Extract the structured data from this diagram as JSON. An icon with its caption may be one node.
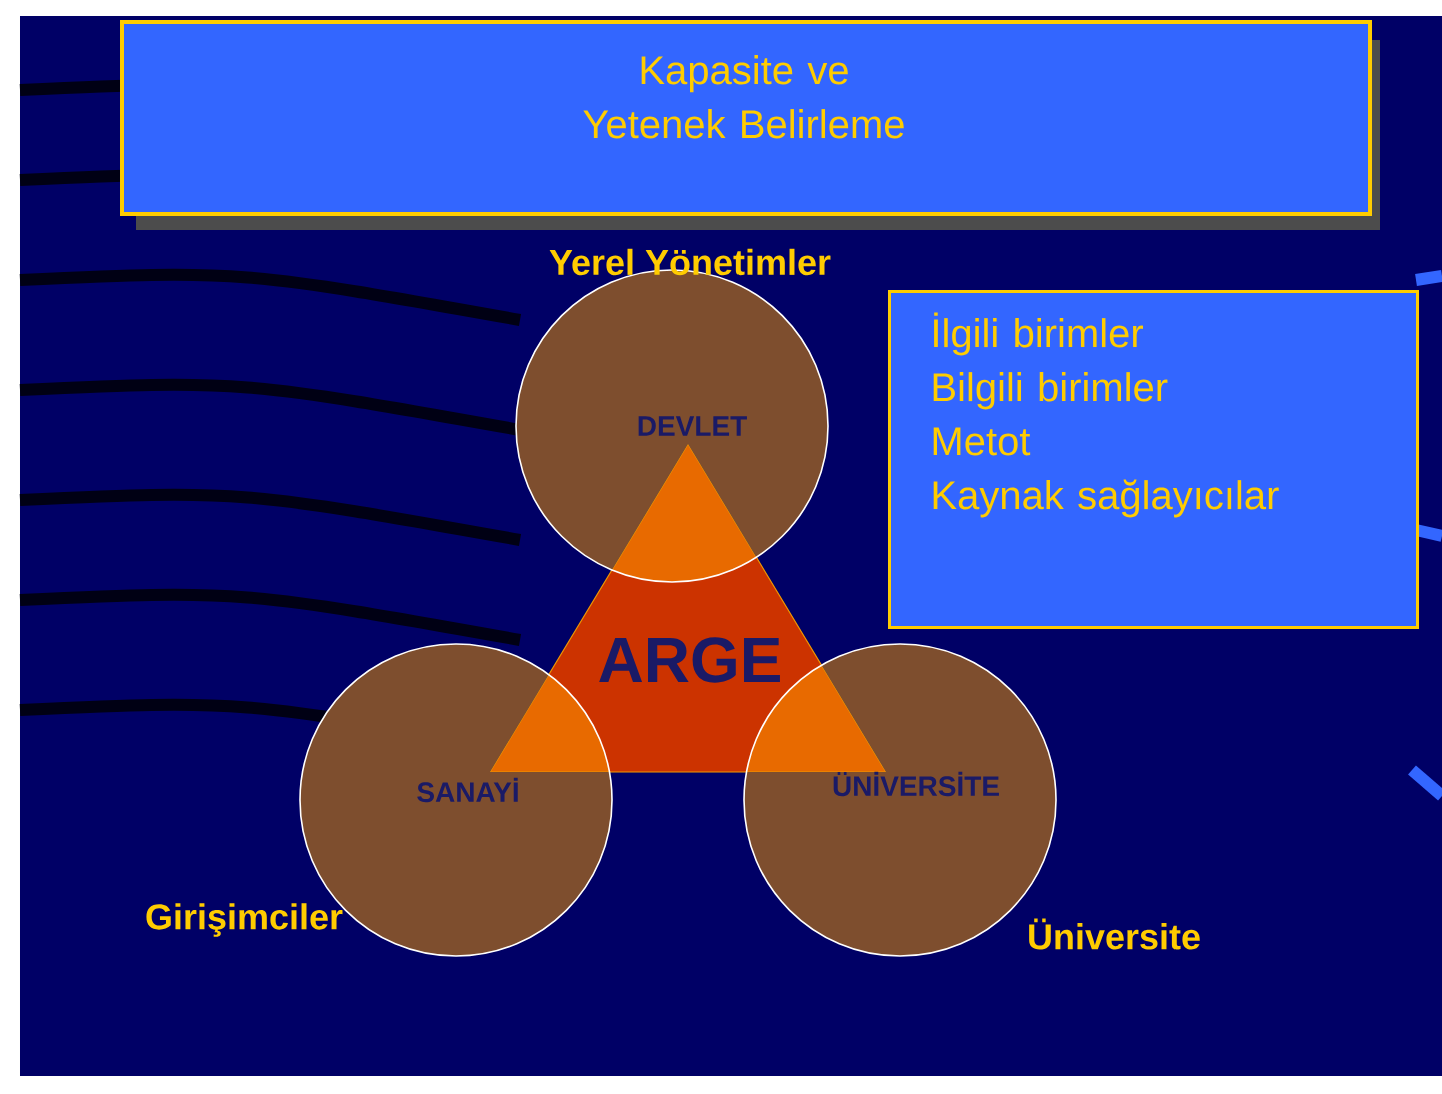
{
  "diagram": {
    "nodes": [
      {
        "text": [
          "Kapasite ve Yetenek Belirleme"
        ]
      },
      {
        "text": [
          "DEVLET"
        ],
        "beside": [
          "Yerel Yönetimler"
        ]
      },
      {
        "text": [
          "ARGE"
        ]
      },
      {
        "text": [
          "SANAYİ"
        ],
        "beside": [
          "Girişimciler"
        ]
      },
      {
        "text": [
          "ÜNİVERSİTE"
        ],
        "beside": [
          "Üniversite"
        ]
      },
      {
        "text": [
          "İlgili birimler",
          "Bilgili birimler",
          "Metot",
          "Kaynak sağlayıcılar"
        ]
      }
    ]
  }
}
